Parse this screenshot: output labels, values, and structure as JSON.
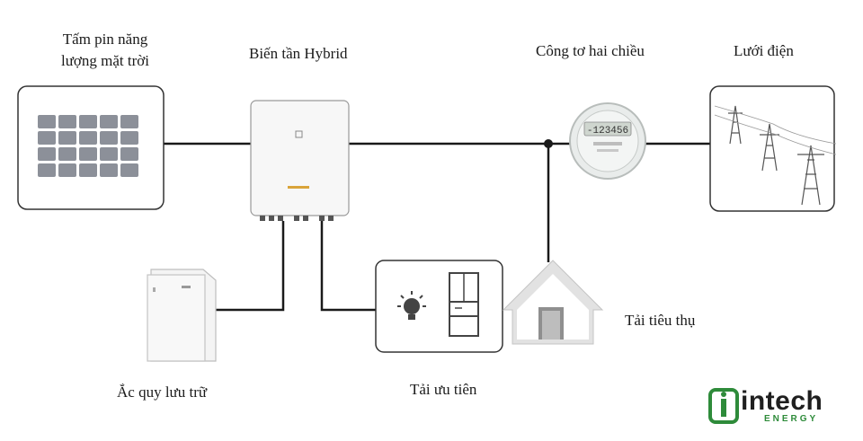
{
  "labels": {
    "solar_panel": "Tấm pin năng\nlượng mặt trời",
    "hybrid_inverter": "Biến tần Hybrid",
    "bidirectional_meter": "Công tơ hai chiều",
    "grid": "Lưới điện",
    "storage_battery": "Ắc quy lưu trữ",
    "priority_load": "Tải ưu tiên",
    "consumption_load": "Tải tiêu thụ"
  },
  "meter_display": "-123456",
  "logo": {
    "main": "intech",
    "sub": "ENERGY"
  },
  "colors": {
    "line": "#1a1a1a",
    "frame": "#333333",
    "panel_cell": "#8c9099",
    "house": "#cfcfcf",
    "logo_green": "#2e8b3a"
  },
  "icons": [
    "solar-panel-icon",
    "inverter-icon",
    "energy-meter-icon",
    "transmission-tower-icon",
    "battery-icon",
    "lightbulb-icon",
    "refrigerator-icon",
    "house-icon"
  ]
}
